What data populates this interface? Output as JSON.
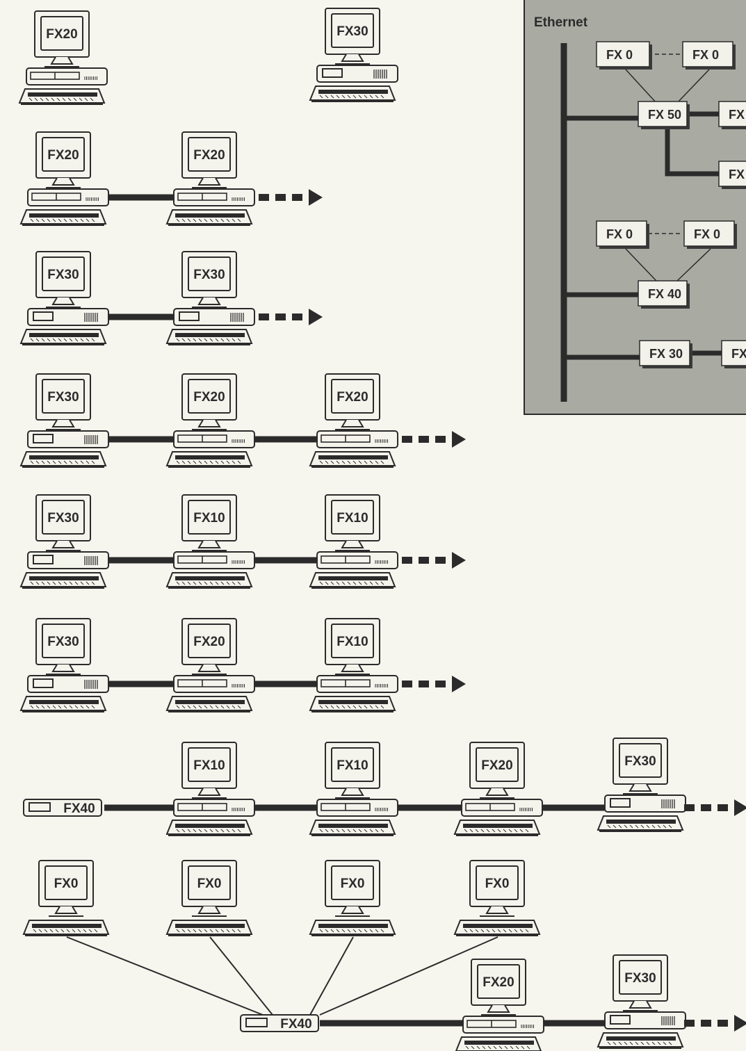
{
  "colors": {
    "paper": "#f6f5ee",
    "ink": "#2b2b2b",
    "screen": "#f4f3ec",
    "panel": "#a9aba3",
    "box": "#f2f1ea",
    "box_shadow": "#3a3a3a"
  },
  "scenarios": [
    {
      "id": "s1",
      "computers": [
        {
          "label": "FX20"
        }
      ],
      "continues": false
    },
    {
      "id": "s2",
      "computers": [
        {
          "label": "FX30"
        }
      ],
      "continues": false
    },
    {
      "id": "s3",
      "computers": [
        {
          "label": "FX20"
        },
        {
          "label": "FX20"
        }
      ],
      "continues": true
    },
    {
      "id": "s4",
      "computers": [
        {
          "label": "FX30"
        },
        {
          "label": "FX30"
        }
      ],
      "continues": true
    },
    {
      "id": "s5",
      "computers": [
        {
          "label": "FX30"
        },
        {
          "label": "FX20"
        },
        {
          "label": "FX20"
        }
      ],
      "continues": true
    },
    {
      "id": "s6",
      "computers": [
        {
          "label": "FX30"
        },
        {
          "label": "FX10"
        },
        {
          "label": "FX10"
        }
      ],
      "continues": true
    },
    {
      "id": "s7",
      "computers": [
        {
          "label": "FX30"
        },
        {
          "label": "FX20"
        },
        {
          "label": "FX10"
        }
      ],
      "continues": true
    },
    {
      "id": "s8",
      "hub": {
        "label": "FX40"
      },
      "computers": [
        {
          "label": "FX10"
        },
        {
          "label": "FX10"
        },
        {
          "label": "FX20"
        },
        {
          "label": "FX30"
        }
      ],
      "continues": true
    },
    {
      "id": "s9",
      "hub": {
        "label": "FX40"
      },
      "terminals": [
        {
          "label": "FX0"
        },
        {
          "label": "FX0"
        },
        {
          "label": "FX0"
        },
        {
          "label": "FX0"
        }
      ],
      "computers": [
        {
          "label": "FX20"
        },
        {
          "label": "FX30"
        }
      ],
      "continues": true
    }
  ],
  "ethernet_panel": {
    "title": "Ethernet",
    "nodes": [
      {
        "id": "n1",
        "label": "FX 0"
      },
      {
        "id": "n2",
        "label": "FX 0"
      },
      {
        "id": "n3",
        "label": "FX 50"
      },
      {
        "id": "n4",
        "label": "FX"
      },
      {
        "id": "n5",
        "label": "FX"
      },
      {
        "id": "n6",
        "label": "FX 0"
      },
      {
        "id": "n7",
        "label": "FX 0"
      },
      {
        "id": "n8",
        "label": "FX 40"
      },
      {
        "id": "n9",
        "label": "FX 30"
      },
      {
        "id": "n10",
        "label": "FX"
      }
    ]
  }
}
